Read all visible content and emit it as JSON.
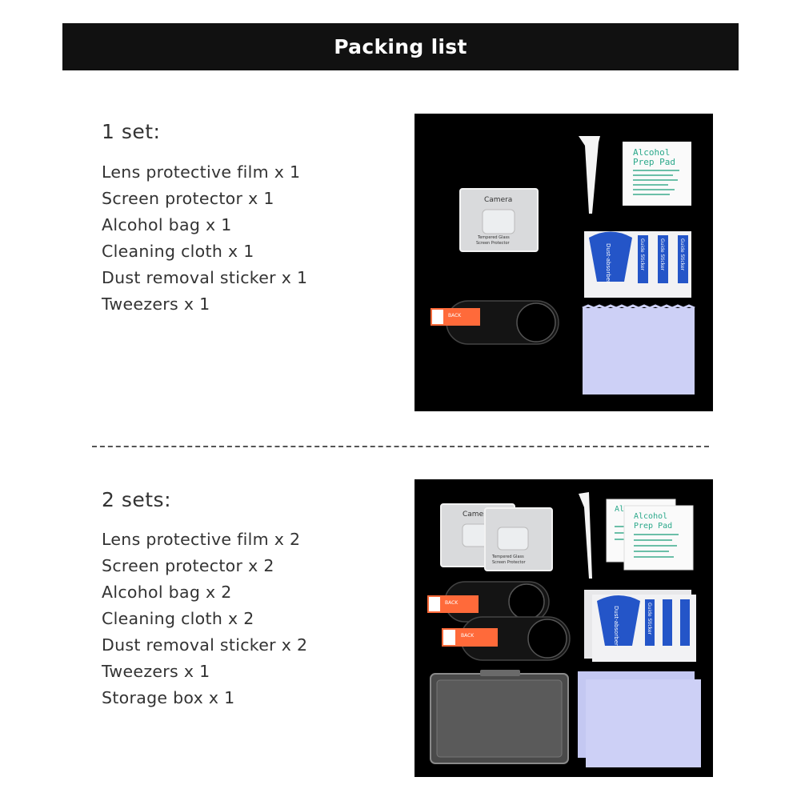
{
  "header": {
    "title": "Packing list"
  },
  "set1": {
    "title": "1 set:",
    "items": [
      "Lens protective film x 1",
      "Screen protector x 1",
      "Alcohol bag x 1",
      "Cleaning cloth x 1",
      "Dust removal sticker x 1",
      "Tweezers x 1"
    ]
  },
  "set2": {
    "title": "2 sets:",
    "items": [
      "Lens protective film x 2",
      "Screen protector x 2",
      "Alcohol bag x 2",
      "Cleaning cloth x 2",
      "Dust removal sticker x 2",
      "Tweezers x 1",
      "Storage box x 1"
    ]
  },
  "photo_labels": {
    "camera": "Camera",
    "tempered": "Tempered Glass",
    "screen_protector": "Screen Protector",
    "alcohol": "Alcohol",
    "prep_pad": "Prep Pad",
    "dust_absorber": "Dust-absorber",
    "guide_sticker": "Guide Sticker",
    "back": "BACK"
  }
}
